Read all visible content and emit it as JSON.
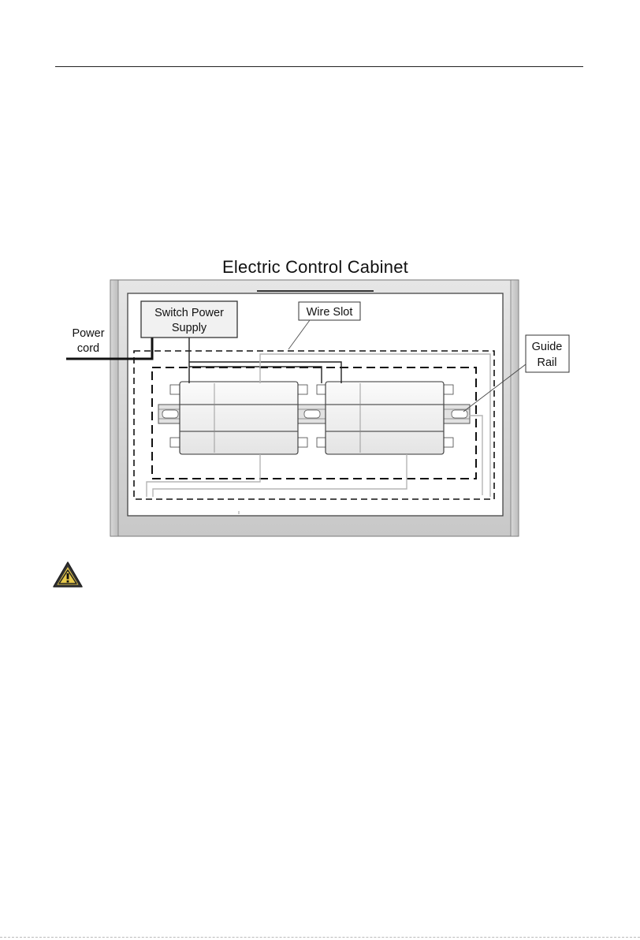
{
  "diagram": {
    "title": "Electric Control Cabinet",
    "labels": {
      "switch_power_supply_line1": "Switch Power",
      "switch_power_supply_line2": "Supply",
      "wire_slot": "Wire Slot",
      "power_cord_line1": "Power",
      "power_cord_line2": "cord",
      "guide_rail_line1": "Guide",
      "guide_rail_line2": "Rail"
    }
  },
  "icons": {
    "warning": "warning-icon"
  },
  "colors": {
    "warning_fill": "#e7c94a",
    "cabinet_frame": "#cfcfcf"
  }
}
